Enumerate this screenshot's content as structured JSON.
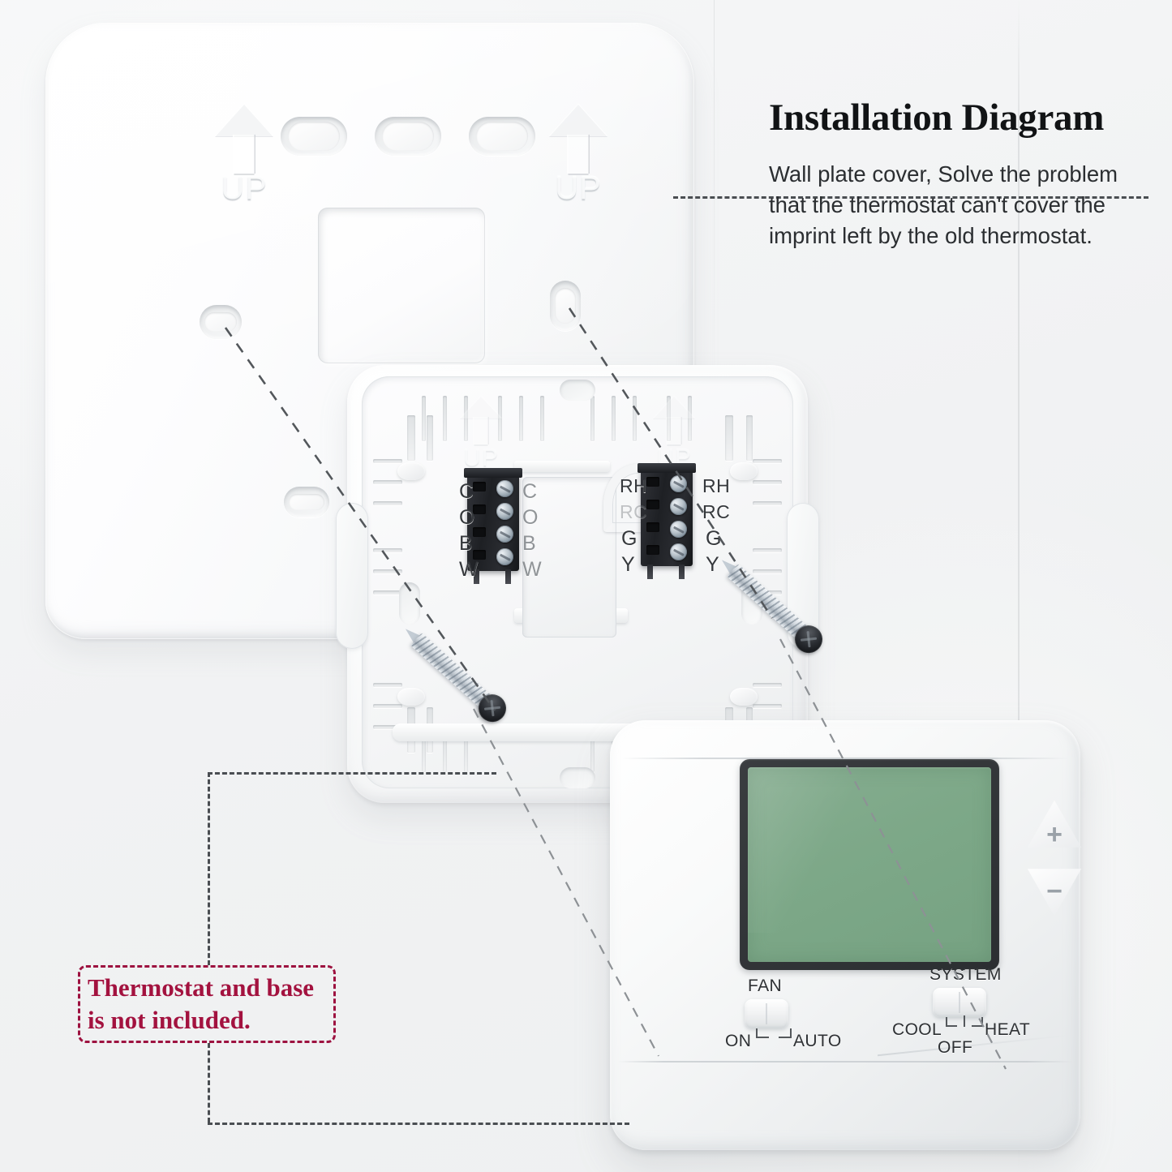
{
  "page": {
    "background_color": "#f3f4f5",
    "title": "Installation Diagram"
  },
  "annotation": {
    "title": "Installation Diagram",
    "callout_line1": "Wall plate cover, Solve the problem",
    "callout_line2": "that the thermostat can't cover the",
    "callout_line3": "imprint left by the old thermostat.",
    "callout_full": "Wall plate cover, Solve the problem that the thermostat can't cover the imprint left by the old thermostat."
  },
  "warning": {
    "line1": "Thermostat and base",
    "line2": "is not included.",
    "text_color": "#a3123f",
    "border_color": "#9d1240",
    "border_style": "dashed"
  },
  "wall_plate": {
    "name": "Wall plate cover",
    "color": "#ffffff",
    "up_marks": [
      {
        "label": "UP",
        "position": "left"
      },
      {
        "label": "UP",
        "position": "right"
      }
    ],
    "slot_count": 3,
    "side_slot_count": 3,
    "cutout": "rectangular window"
  },
  "base_plate": {
    "name": "Thermostat base / sub-base",
    "color": "#ffffff",
    "up_marks": [
      {
        "label": "UP",
        "position": "left"
      },
      {
        "label": "UP",
        "position": "right"
      }
    ],
    "terminal_blocks": [
      {
        "name": "left-terminal-block",
        "labels_left": [
          "C",
          "O",
          "B",
          "W"
        ],
        "labels_right": [
          "C",
          "O",
          "B",
          "W"
        ],
        "screw_count": 4,
        "body_color": "#1e2024"
      },
      {
        "name": "right-terminal-block",
        "labels_left": [
          "RH",
          "RC",
          "G",
          "Y"
        ],
        "labels_right": [
          "RH",
          "RC",
          "G",
          "Y"
        ],
        "screw_count": 4,
        "body_color": "#1e2024",
        "jumper": "RH-RC white jumper wire"
      }
    ],
    "screws": [
      {
        "name": "mounting-screw-left",
        "head": "black phillips"
      },
      {
        "name": "mounting-screw-right",
        "head": "black phillips"
      }
    ]
  },
  "thermostat": {
    "name": "Digital thermostat",
    "lcd": {
      "color": "#7da888",
      "bezel_color": "#2b2e31",
      "content": ""
    },
    "buttons": [
      {
        "name": "increase-button",
        "symbol": "+"
      },
      {
        "name": "decrease-button",
        "symbol": "−"
      }
    ],
    "fan_switch": {
      "title": "FAN",
      "options": [
        "ON",
        "AUTO"
      ]
    },
    "system_switch": {
      "title": "SYSTEM",
      "options": [
        "COOL",
        "OFF",
        "HEAT"
      ]
    }
  }
}
